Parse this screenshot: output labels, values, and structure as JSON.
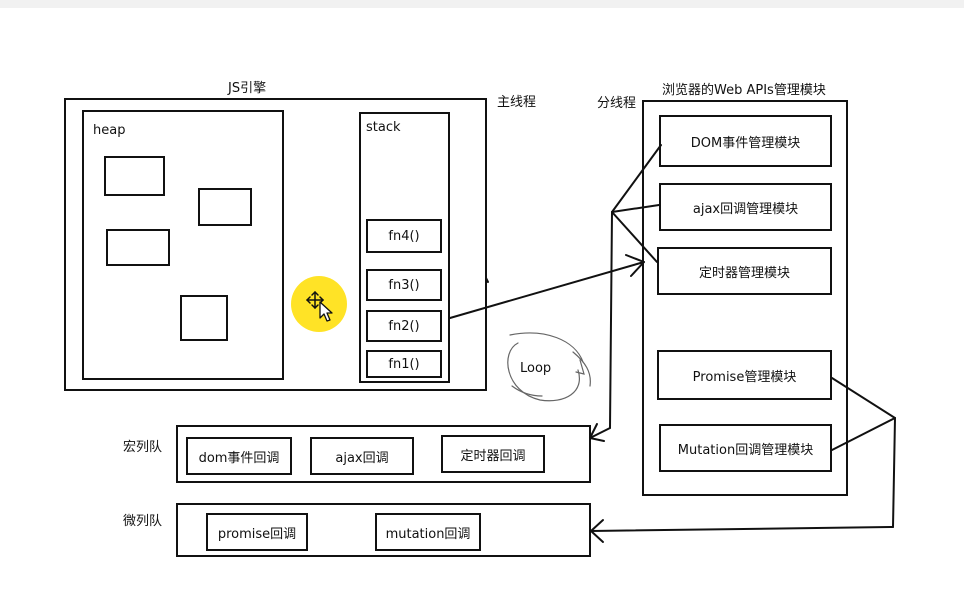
{
  "labels": {
    "js_engine": "JS引擎",
    "main_thread": "主线程",
    "sub_thread": "分线程",
    "web_apis": "浏览器的Web APIs管理模块",
    "heap": "heap",
    "stack": "stack",
    "loop": "Loop",
    "macro_queue": "宏列队",
    "micro_queue": "微列队"
  },
  "stack_frames": [
    "fn4()",
    "fn3()",
    "fn2()",
    "fn1()"
  ],
  "web_api_modules": [
    "DOM事件管理模块",
    "ajax回调管理模块",
    "定时器管理模块",
    "Promise管理模块",
    "Mutation回调管理模块"
  ],
  "macro_tasks": [
    "dom事件回调",
    "ajax回调",
    "定时器回调"
  ],
  "micro_tasks": [
    "promise回调",
    "mutation回调"
  ],
  "colors": {
    "ink": "#111111",
    "cursor_highlight": "#ffe21a"
  }
}
